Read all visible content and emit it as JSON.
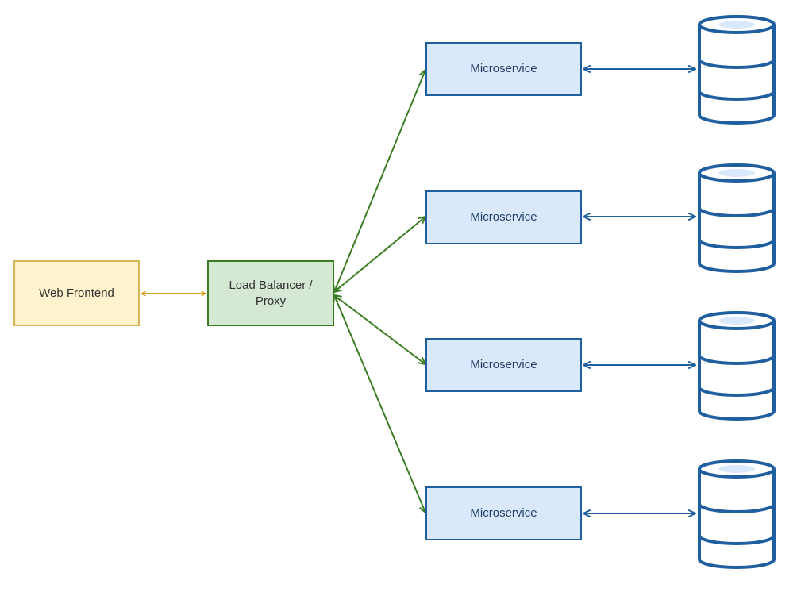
{
  "diagram": {
    "nodes": {
      "frontend": {
        "label": "Web Frontend"
      },
      "load_balancer": {
        "label": "Load Balancer / Proxy"
      },
      "microservices": [
        {
          "label": "Microservice"
        },
        {
          "label": "Microservice"
        },
        {
          "label": "Microservice"
        },
        {
          "label": "Microservice"
        }
      ],
      "databases": [
        {
          "icon": "database-icon"
        },
        {
          "icon": "database-icon"
        },
        {
          "icon": "database-icon"
        },
        {
          "icon": "database-icon"
        }
      ]
    },
    "edges": [
      {
        "from": "frontend",
        "to": "load_balancer",
        "direction": "both",
        "color": "#d6a01e"
      },
      {
        "from": "load_balancer",
        "to": "microservice-1",
        "direction": "both",
        "color": "#3b7d23"
      },
      {
        "from": "load_balancer",
        "to": "microservice-2",
        "direction": "both",
        "color": "#3b7d23"
      },
      {
        "from": "load_balancer",
        "to": "microservice-3",
        "direction": "both",
        "color": "#3b7d23"
      },
      {
        "from": "load_balancer",
        "to": "microservice-4",
        "direction": "both",
        "color": "#3b7d23"
      },
      {
        "from": "microservice-1",
        "to": "database-1",
        "direction": "both",
        "color": "#1f5fa0"
      },
      {
        "from": "microservice-2",
        "to": "database-2",
        "direction": "both",
        "color": "#1f5fa0"
      },
      {
        "from": "microservice-3",
        "to": "database-3",
        "direction": "both",
        "color": "#1f5fa0"
      },
      {
        "from": "microservice-4",
        "to": "database-4",
        "direction": "both",
        "color": "#1f5fa0"
      }
    ],
    "colors": {
      "frontend_fill": "#fff2cc",
      "frontend_stroke": "#d6b656",
      "lb_fill": "#d5e8d4",
      "lb_stroke": "#3b7d23",
      "service_fill": "#dae8fc",
      "service_stroke": "#1f5fa0",
      "db_fill": "#ffffff",
      "db_top_fill": "#dae8fc"
    }
  }
}
